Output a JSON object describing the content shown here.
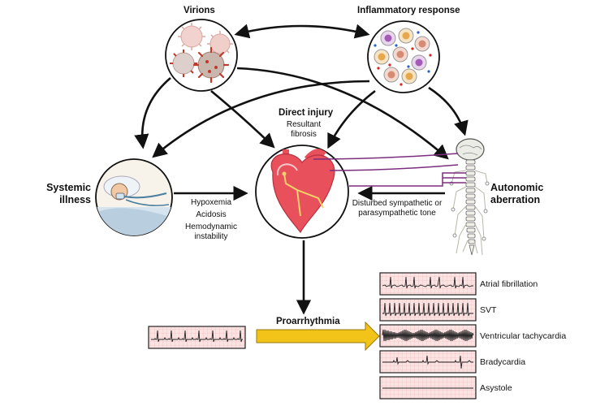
{
  "nodes": {
    "virions": "Virions",
    "inflammatory": "Inflammatory response",
    "direct_injury": "Direct injury",
    "fibrosis": "Resultant fibrosis",
    "systemic_line1": "Systemic",
    "systemic_line2": "illness",
    "autonomic_line1": "Autonomic",
    "autonomic_line2": "aberration",
    "proarrhythmia": "Proarrhythmia"
  },
  "systemic_effects": [
    "Hypoxemia",
    "Acidosis",
    "Hemodynamic instability"
  ],
  "autonomic_effect": "Disturbed sympathetic or parasympathetic tone",
  "rhythms": [
    "Atrial fibrillation",
    "SVT",
    "Ventricular tachycardia",
    "Bradycardia",
    "Asystole"
  ],
  "colors": {
    "virus": "#c0392b",
    "heart": "#e8505b",
    "nerve": "#7b2d7e",
    "ecg_paper": "#fbe3e3",
    "arrow_yellow": "#f2c318"
  }
}
